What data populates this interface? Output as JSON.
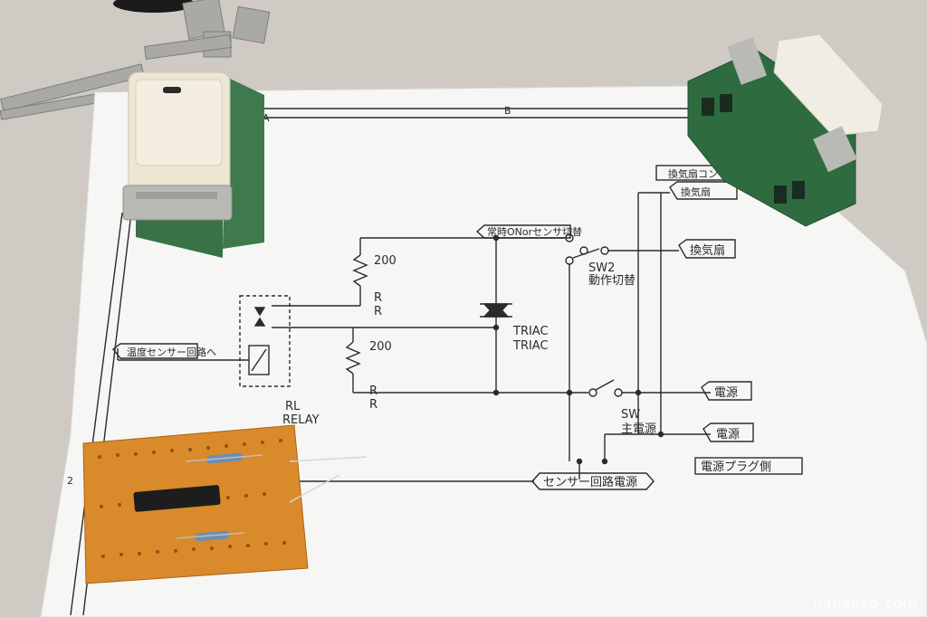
{
  "schematic": {
    "wire_label_b": "B",
    "wire_label_a": "A",
    "wire_label_2": "2",
    "fan_outlet_label": "換気扇コンセント",
    "fan_label_top": "換気扇",
    "fan_label_mid": "換気扇",
    "always_on_switch_label": "常時ONorセンサ切替",
    "resistor_top_value": "200",
    "resistor_top_r1": "R",
    "resistor_top_r2": "R",
    "resistor_bottom_value": "200",
    "resistor_bottom_r1": "R",
    "resistor_bottom_r2": "R",
    "sw2_label": "SW2",
    "sw2_desc": "動作切替",
    "triac_label_1": "TRIAC",
    "triac_label_2": "TRIAC",
    "temp_sensor_label": "温度センサー回路へ",
    "relay_label_1": "RL",
    "relay_label_2": "RELAY",
    "power_label_1": "電源",
    "power_label_2": "電源",
    "main_sw_label": "SW",
    "main_sw_desc": "主電源",
    "plug_side_label": "電源プラグ側",
    "sensor_power_label": "センサー回路電源"
  },
  "watermark": "naosuzo.com",
  "colors": {
    "table": "#cfcac3",
    "paper": "#f6f6f4",
    "line": "#2b2b2b",
    "switch_body": "#ede6d3",
    "green_outlet": "#2e6b3f",
    "pcb": "#d98a2b"
  }
}
